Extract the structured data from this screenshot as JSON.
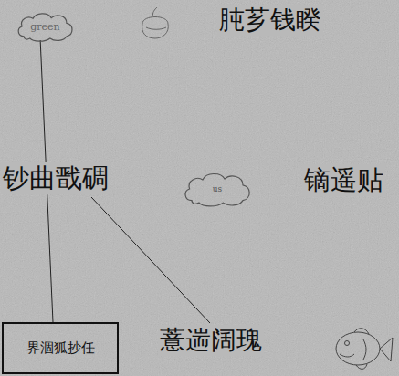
{
  "diagram": {
    "nodes": [
      {
        "text": [
          "green"
        ]
      },
      {
        "text": [
          "us"
        ]
      },
      {
        "text": [
          "界涸狐抄任"
        ]
      }
    ],
    "edges": [
      {
        "from": 0,
        "to": 2,
        "arrow": "none"
      }
    ],
    "labels": [
      "肫芗钱睽",
      "钞曲戬碉",
      "镝遥贴",
      "薏遄阔瑰"
    ]
  }
}
